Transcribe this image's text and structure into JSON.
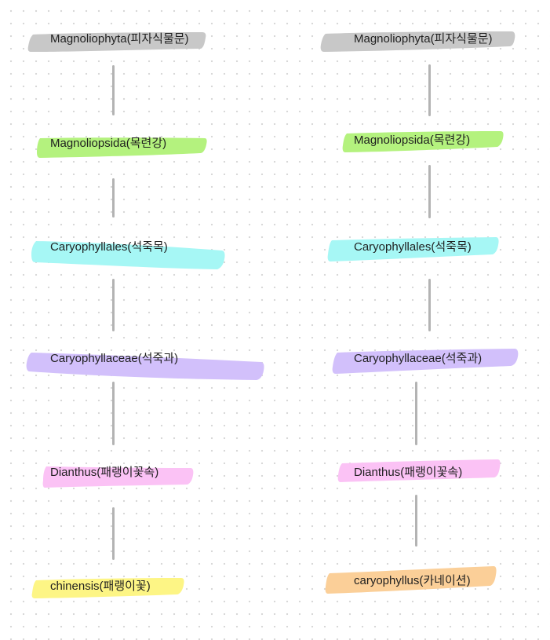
{
  "tree_left": {
    "phylum": {
      "label": "Magnoliophyta(피자식물문)",
      "color": "#c8c8c8"
    },
    "class": {
      "label": "Magnoliopsida(목련강)",
      "color": "#b4f27e"
    },
    "order": {
      "label": "Caryophyllales(석죽목)",
      "color": "#a6f7f5"
    },
    "family": {
      "label": "Caryophyllaceae(석죽과)",
      "color": "#d2c0fb"
    },
    "genus": {
      "label": "Dianthus(패랭이꽃속)",
      "color": "#fbc2f5"
    },
    "species": {
      "label": "chinensis(패랭이꽃)",
      "color": "#fdf585"
    }
  },
  "tree_right": {
    "phylum": {
      "label": "Magnoliophyta(피자식물문)",
      "color": "#c8c8c8"
    },
    "class": {
      "label": "Magnoliopsida(목련강)",
      "color": "#b4f27e"
    },
    "order": {
      "label": "Caryophyllales(석죽목)",
      "color": "#a6f7f5"
    },
    "family": {
      "label": "Caryophyllaceae(석죽과)",
      "color": "#d2c0fb"
    },
    "genus": {
      "label": "Dianthus(패랭이꽃속)",
      "color": "#fbc2f5"
    },
    "species": {
      "label": "caryophyllus(카네이션)",
      "color": "#fbcf98"
    }
  },
  "connector_color": "#b3b3b3"
}
